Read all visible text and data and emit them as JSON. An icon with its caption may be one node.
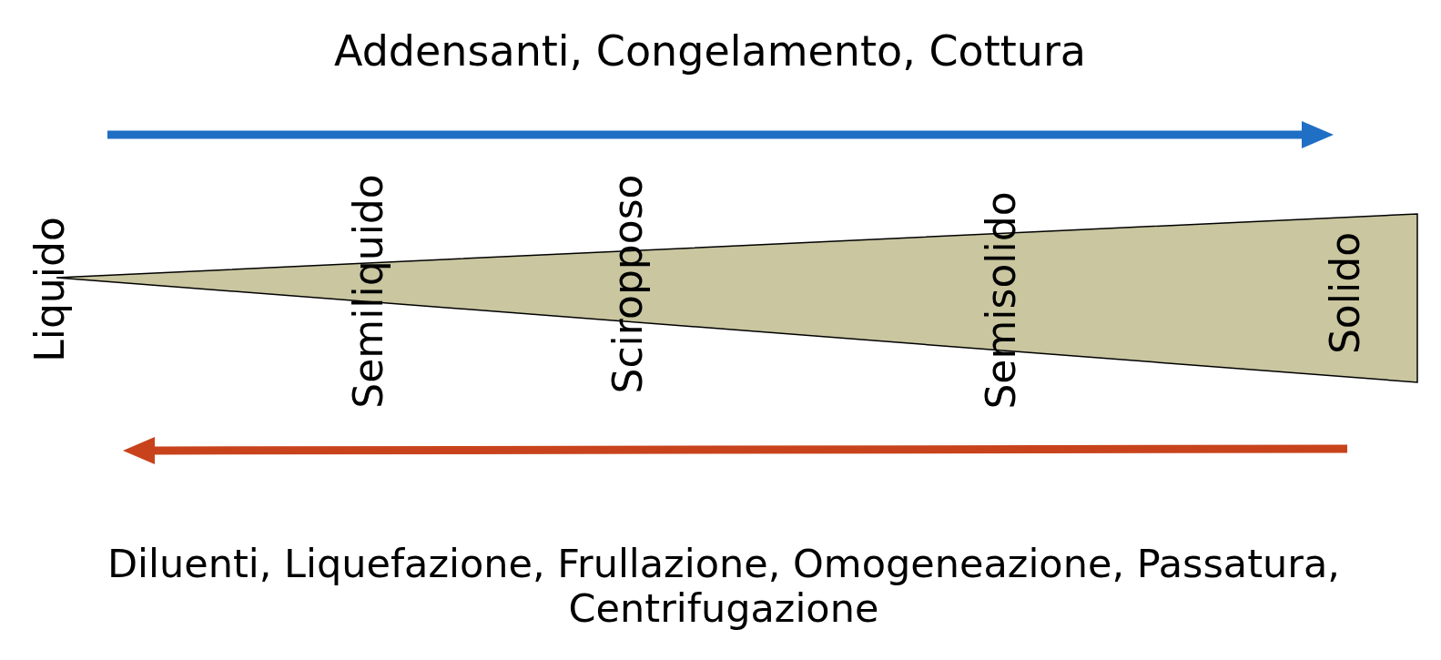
{
  "diagram": {
    "labels": [
      "Addensanti, Congelamento, Cottura",
      "Liquido",
      "Semiliquido",
      "Sciropposo",
      "Semisolido",
      "Solido",
      "Diluenti, Liquefazione, Frullazione, Omogeneazione, Passatura, Centrifugazione"
    ]
  }
}
